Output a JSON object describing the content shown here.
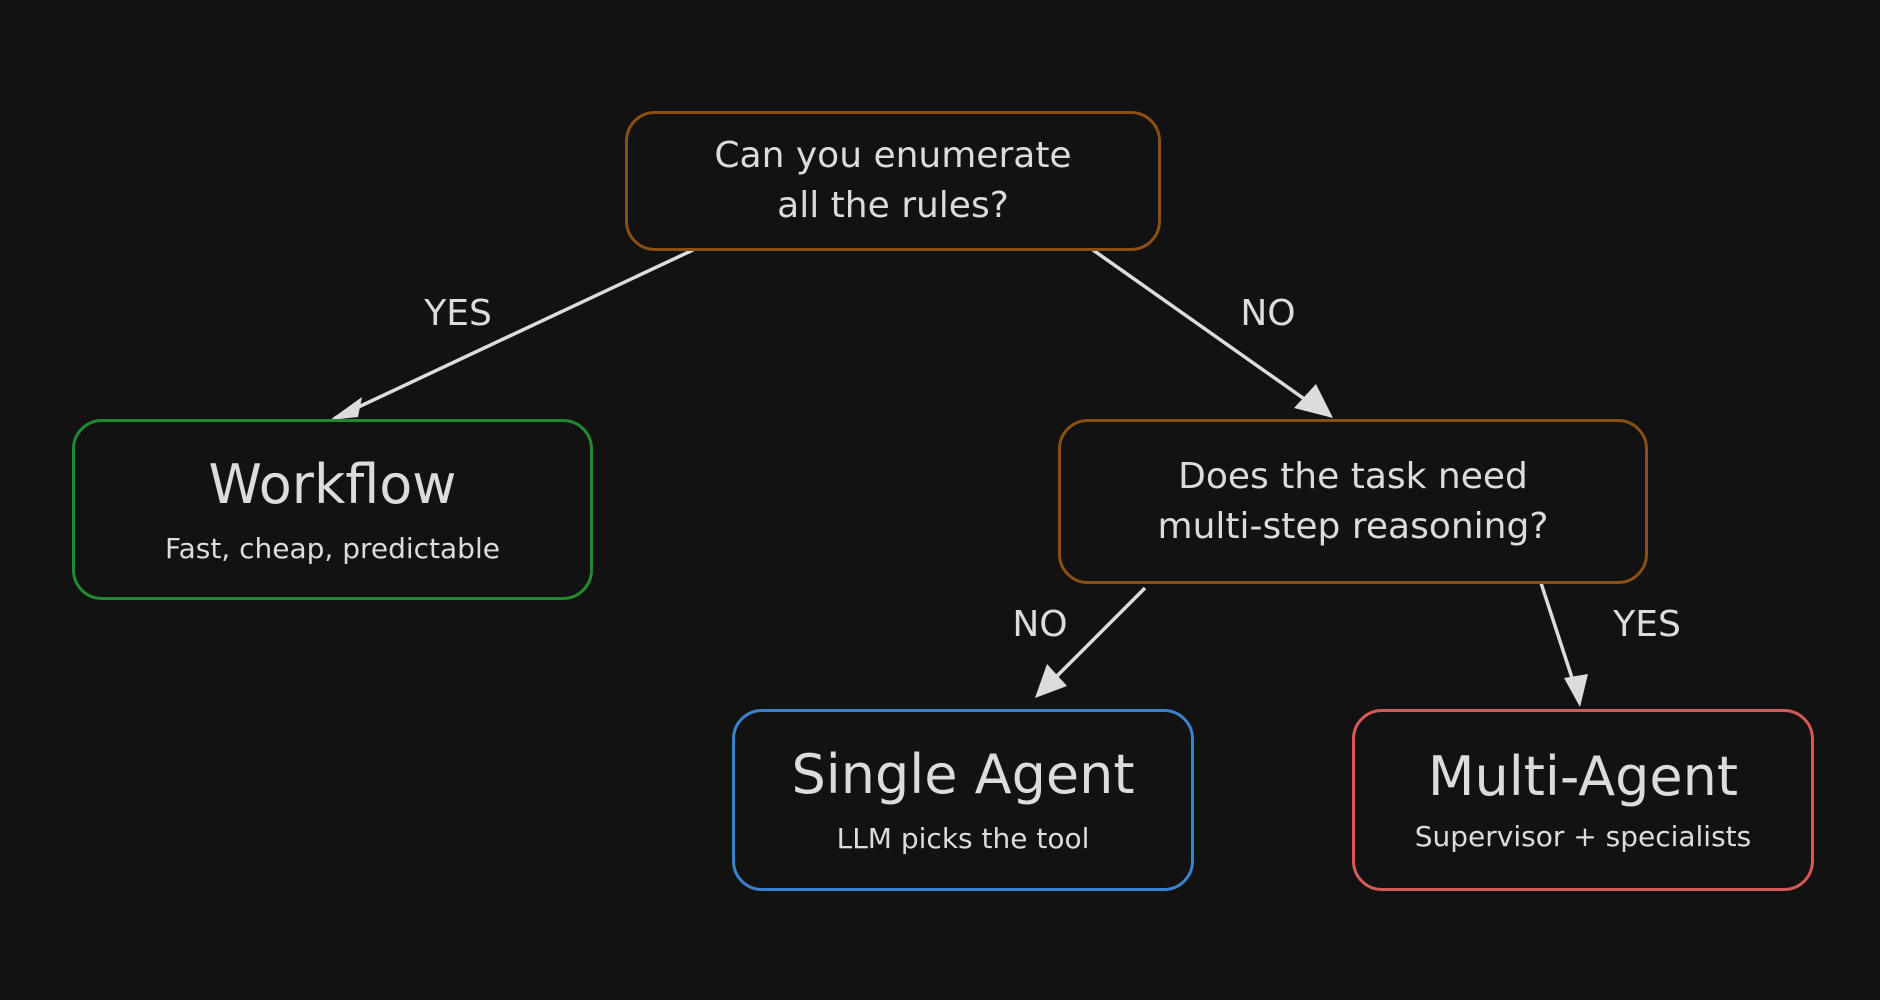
{
  "colors": {
    "background": "#121212",
    "text": "#dcdcdc",
    "edge": "#dcdcdc",
    "question_border": "#8a4f12",
    "workflow_border": "#1f8a2e",
    "single_agent_border": "#3a82cf",
    "multi_agent_border": "#d45a5a"
  },
  "questions": {
    "q1": "Can you enumerate\nall the rules?",
    "q2": "Does the task need\nmulti-step reasoning?"
  },
  "outcomes": {
    "workflow": {
      "title": "Workflow",
      "subtitle": "Fast, cheap, predictable"
    },
    "single_agent": {
      "title": "Single Agent",
      "subtitle": "LLM picks the tool"
    },
    "multi_agent": {
      "title": "Multi-Agent",
      "subtitle": "Supervisor + specialists"
    }
  },
  "edges": {
    "q1_yes": "YES",
    "q1_no": "NO",
    "q2_no": "NO",
    "q2_yes": "YES"
  }
}
